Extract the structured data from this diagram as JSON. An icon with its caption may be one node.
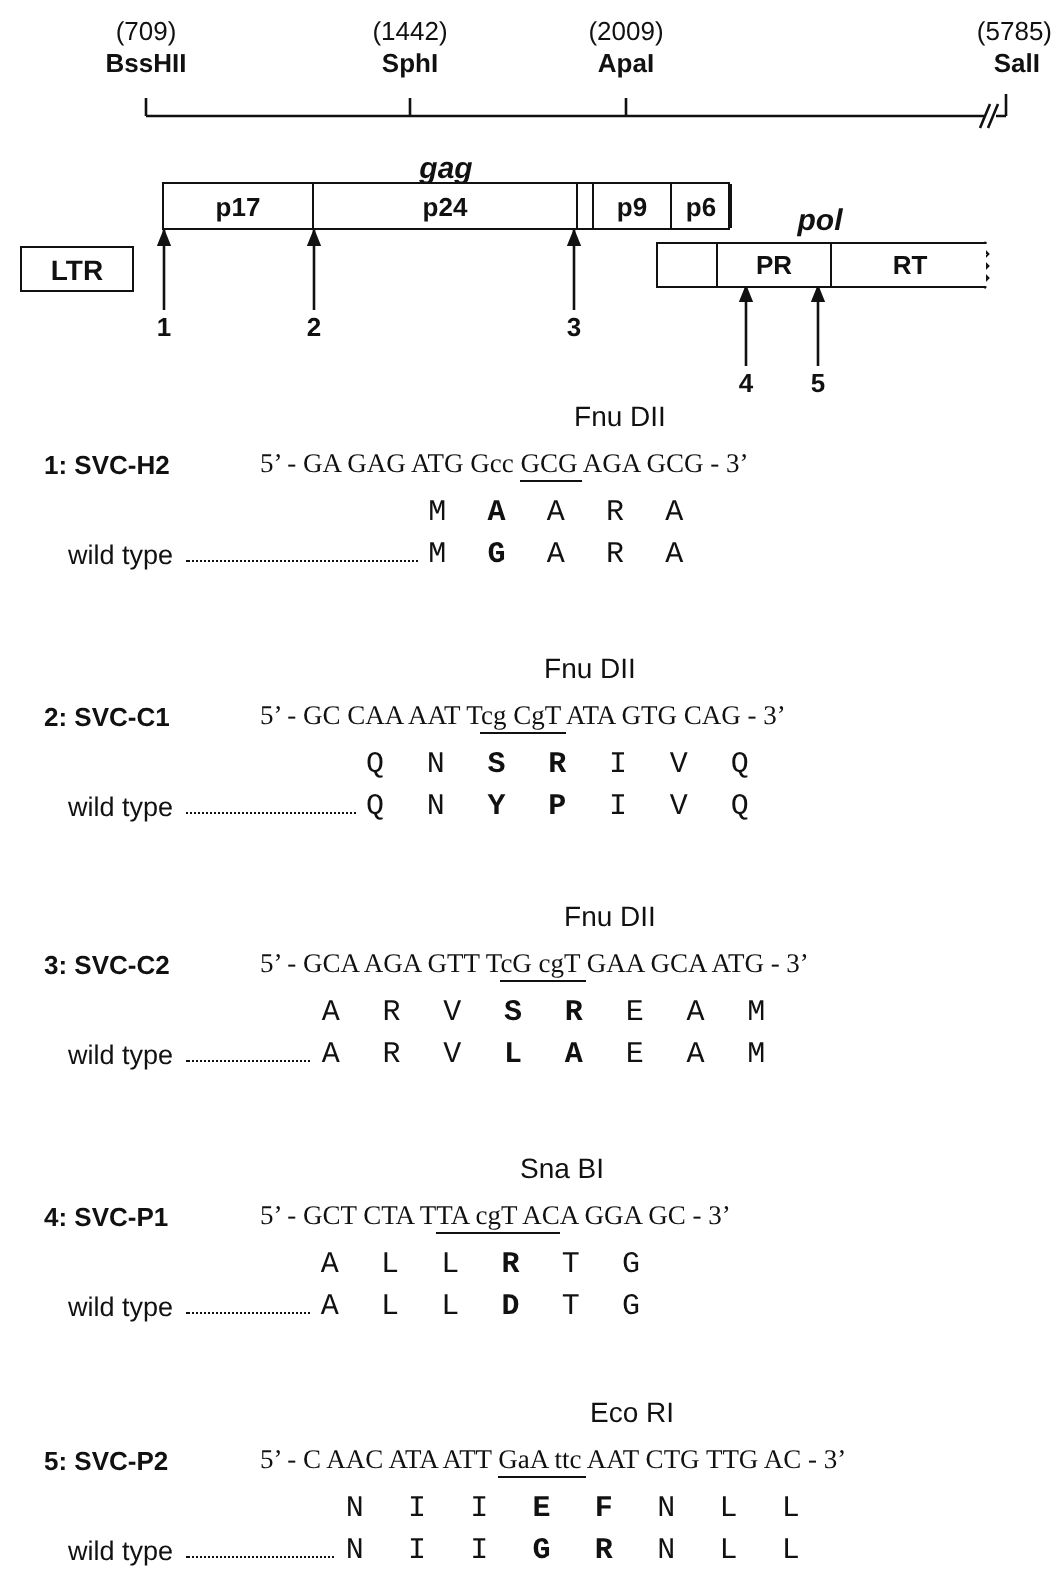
{
  "diagram": {
    "nodes": [
      {
        "text": [
          "gag"
        ]
      },
      {
        "text": [
          "p17"
        ],
        "in": 0
      },
      {
        "text": [
          "p24"
        ],
        "in": 0
      },
      {
        "text": [],
        "shape": "box",
        "in": 0
      },
      {
        "text": [
          "p9"
        ],
        "in": 0
      },
      {
        "text": [
          "p6"
        ],
        "in": 0
      },
      {
        "text": [
          "LTR"
        ]
      },
      {
        "text": [
          "pol"
        ]
      },
      {
        "text": [],
        "shape": "box",
        "in": 7
      },
      {
        "text": [
          "PR"
        ],
        "in": 7
      },
      {
        "text": [
          "RT"
        ],
        "in": 7
      },
      {
        "text": [
          "1"
        ]
      },
      {
        "text": [
          "2"
        ]
      },
      {
        "text": [
          "3"
        ]
      },
      {
        "text": [
          "4"
        ]
      },
      {
        "text": [
          "5"
        ]
      }
    ],
    "edges": [
      {
        "from": 11,
        "to": 0,
        "arrow": "to"
      },
      {
        "from": 12,
        "to": 0,
        "arrow": "to"
      },
      {
        "from": 13,
        "to": 0,
        "arrow": "to"
      },
      {
        "from": 14,
        "to": 9,
        "arrow": "to"
      },
      {
        "from": 15,
        "to": 9,
        "arrow": "to"
      }
    ],
    "labels": [
      "(709)",
      "BssHII",
      "(1442)",
      "SphI",
      "(2009)",
      "ApaI",
      "(5785)",
      "SalI",
      "Fnu DII",
      "1: SVC-H2",
      "5’ - GA GAG ATG Gcc GCG AGA GCG - 3’",
      "M **A** A R A",
      "wild type",
      "M **G** A R A",
      "Fnu DII",
      "2: SVC-C1",
      "5’ - GC CAA AAT Tcg CgT ATA GTG CAG - 3’",
      "Q N **S** **R** I V Q",
      "wild type",
      "Q N **Y** **P** I V Q",
      "Fnu DII",
      "3: SVC-C2",
      "5’ - GCA AGA GTT TcG cgT GAA GCA ATG - 3’",
      "A R V **S** **R** E A M",
      "wild type",
      "A R V **L** **A** E A M",
      "Sna BI",
      "4: SVC-P1",
      "5’ - GCT CTA TTA cgT ACA GGA GC - 3’",
      "A L L **R** T G",
      "wild type",
      "A L L **D** T G",
      "Eco RI",
      "5: SVC-P2",
      "5’ - C AAC ATA ATT GaA ttc AAT CTG TTG AC - 3’",
      "N I I **E** **F** N L L",
      "wild type",
      "N I I **G** **R** N L L"
    ]
  }
}
